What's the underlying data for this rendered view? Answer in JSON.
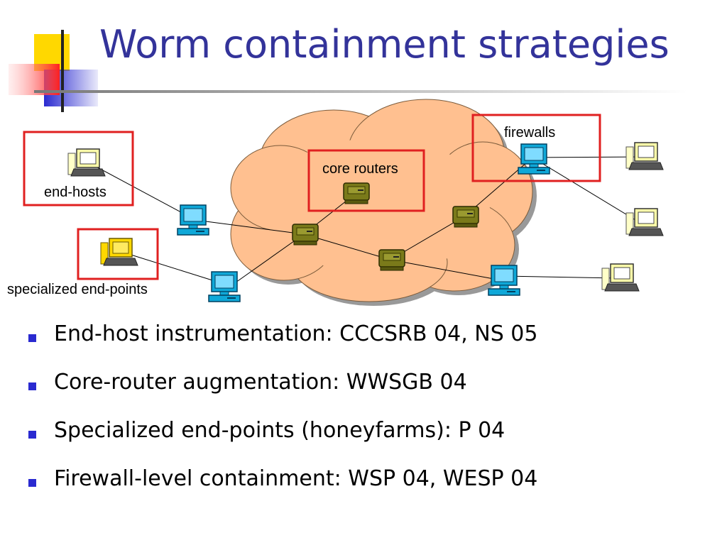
{
  "slide": {
    "title": "Worm containment strategies"
  },
  "diagram": {
    "labels": {
      "end_hosts": "end-hosts",
      "specialized_end_points": "specialized end-points",
      "core_routers": "core routers",
      "firewalls": "firewalls"
    },
    "colors": {
      "cloud_fill": "#ffc090",
      "highlight_box": "#e02020",
      "router": "#7a7a1a",
      "internal_host": "#0fa8d8",
      "external_host": "#ffffaa",
      "title": "#33339a",
      "bullet": "#2a2ad0"
    }
  },
  "bullets": [
    {
      "text": "End-host instrumentation: CCCSRB 04, NS 05"
    },
    {
      "text": "Core-router augmentation: WWSGB 04"
    },
    {
      "text": "Specialized end-points (honeyfarms): P 04"
    },
    {
      "text": "Firewall-level containment: WSP 04, WESP 04"
    }
  ]
}
